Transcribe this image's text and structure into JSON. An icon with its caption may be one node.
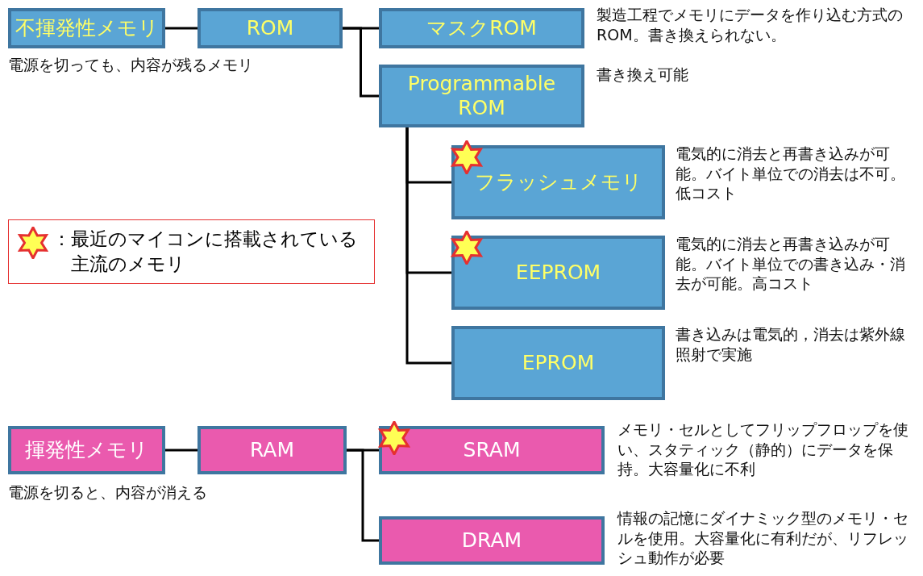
{
  "diagram": {
    "nodes": [
      {
        "text": [
          "不揮発性メモリ"
        ],
        "beside": [
          "電源を切っても、内容が残るメモリ"
        ]
      },
      {
        "text": [
          "ROM"
        ]
      },
      {
        "text": [
          "マスクROM"
        ],
        "beside": [
          "製造工程でメモリにデータを作り込む方式のROM。書き換えられない。"
        ]
      },
      {
        "text": [
          "Programmable ROM"
        ],
        "beside": [
          "書き換え可能"
        ]
      },
      {
        "text": [
          "フラッシュメモリ"
        ],
        "beside": [
          "電気的に消去と再書き込みが可能。バイト単位での消去は不可。低コスト"
        ]
      },
      {
        "text": [
          "EEPROM"
        ],
        "beside": [
          "電気的に消去と再書き込みが可能。バイト単位での書き込み・消去が可能。高コスト"
        ]
      },
      {
        "text": [
          "EPROM"
        ],
        "beside": [
          "書き込みは電気的，消去は紫外線照射で実施"
        ]
      },
      {
        "text": [
          "揮発性メモリ"
        ],
        "beside": [
          "電源を切ると、内容が消える"
        ]
      },
      {
        "text": [
          "RAM"
        ]
      },
      {
        "text": [
          "SRAM"
        ],
        "beside": [
          "メモリ・セルとしてフリップフロップを使い、スタティック（静的）にデータを保持。大容量化に不利"
        ]
      },
      {
        "text": [
          "DRAM"
        ],
        "beside": [
          "情報の記憶にダイナミック型のメモリ・セルを使用。大容量化に有利だが、リフレッシュ動作が必要"
        ]
      }
    ],
    "edges": [
      {
        "from": 0,
        "to": 1,
        "arrow": "none"
      },
      {
        "from": 1,
        "to": 2,
        "arrow": "none"
      },
      {
        "from": 1,
        "to": 3,
        "arrow": "none"
      },
      {
        "from": 3,
        "to": 4,
        "arrow": "none"
      },
      {
        "from": 3,
        "to": 5,
        "arrow": "none"
      },
      {
        "from": 3,
        "to": 6,
        "arrow": "none"
      },
      {
        "from": 7,
        "to": 8,
        "arrow": "none"
      },
      {
        "from": 8,
        "to": 9,
        "arrow": "none"
      },
      {
        "from": 8,
        "to": 10,
        "arrow": "none"
      }
    ],
    "legend": [
      {
        "text": "：最近のマイコンに搭載されている主流のメモリ"
      }
    ]
  }
}
